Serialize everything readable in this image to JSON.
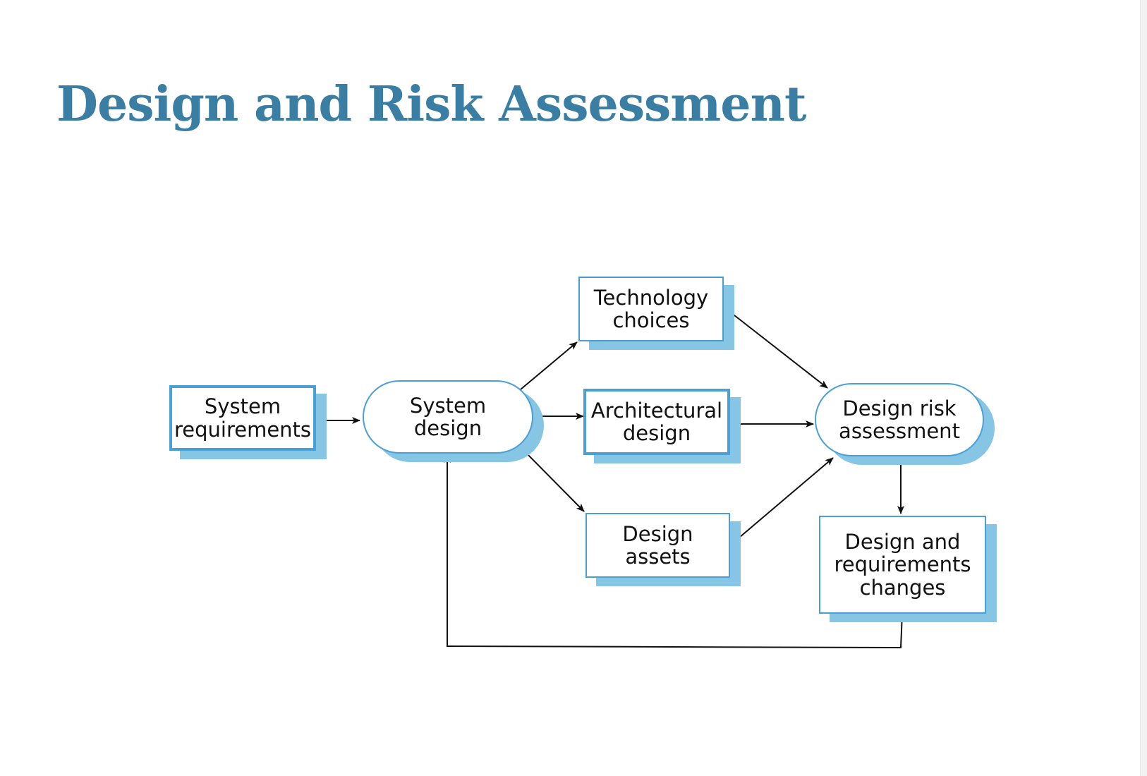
{
  "slide": {
    "title": "Design and Risk Assessment"
  },
  "diagram": {
    "nodes": {
      "system_requirements": "System\nrequirements",
      "system_design": "System\ndesign",
      "technology_choices": "Technology\nchoices",
      "architectural_design": "Architectural\ndesign",
      "design_assets": "Design assets",
      "design_risk_assessment": "Design risk\nassessment",
      "design_requirements_changes": "Design and\nrequirements\nchanges"
    },
    "edges": [
      {
        "from": "System requirements",
        "to": "System design"
      },
      {
        "from": "System design",
        "to": "Technology choices"
      },
      {
        "from": "System design",
        "to": "Architectural design"
      },
      {
        "from": "System design",
        "to": "Design assets"
      },
      {
        "from": "Technology choices",
        "to": "Design risk assessment"
      },
      {
        "from": "Architectural design",
        "to": "Design risk assessment"
      },
      {
        "from": "Design assets",
        "to": "Design risk assessment"
      },
      {
        "from": "Design risk assessment",
        "to": "Design and requirements changes"
      },
      {
        "from": "Design and requirements changes",
        "to": "System design"
      }
    ],
    "colors": {
      "title": "#3a7fa3",
      "node_border": "#4a9fd4",
      "node_shadow": "#86c5e4",
      "edge": "#111111"
    }
  }
}
